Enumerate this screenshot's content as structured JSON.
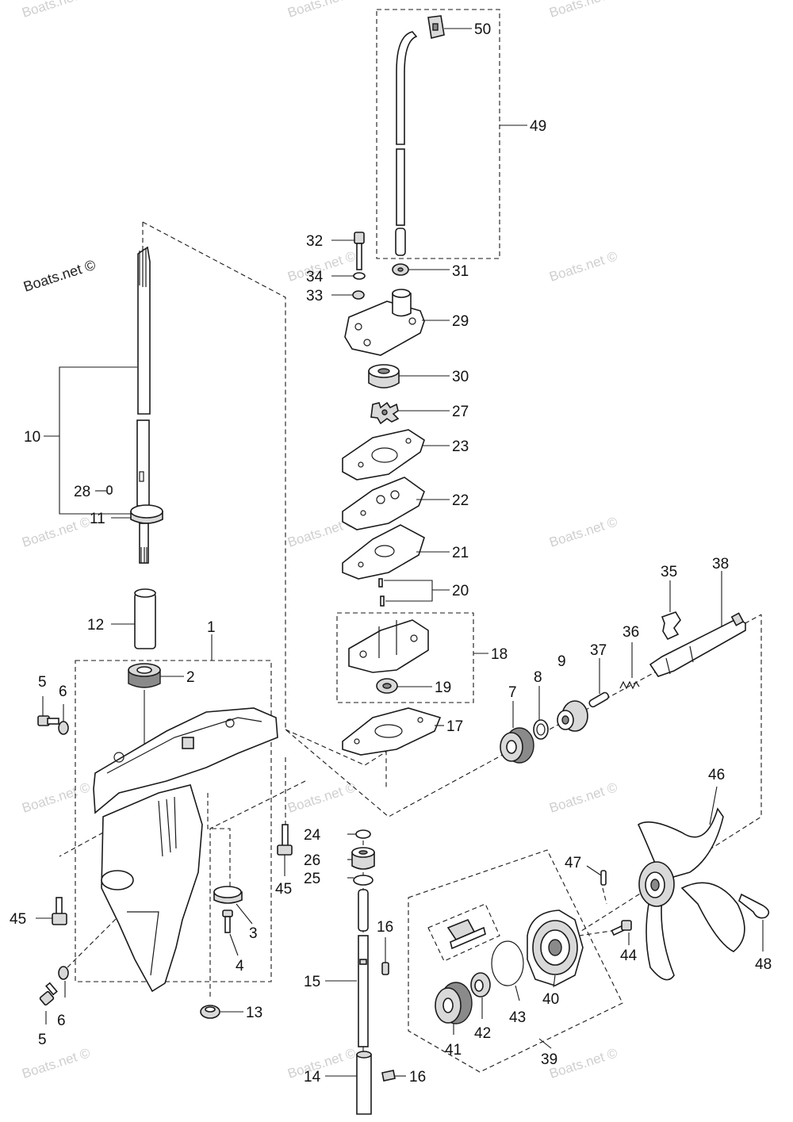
{
  "watermark": {
    "primary": "Boats.net ©",
    "faint": "Boats.net ©"
  },
  "callouts": {
    "c1": "1",
    "c2": "2",
    "c3": "3",
    "c4": "4",
    "c5a": "5",
    "c5b": "5",
    "c6a": "6",
    "c6b": "6",
    "c7": "7",
    "c8": "8",
    "c9": "9",
    "c10": "10",
    "c11": "11",
    "c12": "12",
    "c13": "13",
    "c14": "14",
    "c15": "15",
    "c16a": "16",
    "c16b": "16",
    "c17": "17",
    "c18": "18",
    "c19": "19",
    "c20": "20",
    "c21": "21",
    "c22": "22",
    "c23": "23",
    "c24": "24",
    "c25": "25",
    "c26": "26",
    "c27": "27",
    "c28": "28",
    "c29": "29",
    "c30": "30",
    "c31": "31",
    "c32": "32",
    "c33": "33",
    "c34": "34",
    "c35": "35",
    "c36": "36",
    "c37": "37",
    "c38": "38",
    "c39": "39",
    "c40": "40",
    "c41": "41",
    "c42": "42",
    "c43": "43",
    "c44": "44",
    "c45a": "45",
    "c45b": "45",
    "c46": "46",
    "c47": "47",
    "c48": "48",
    "c49": "49",
    "c50": "50"
  }
}
